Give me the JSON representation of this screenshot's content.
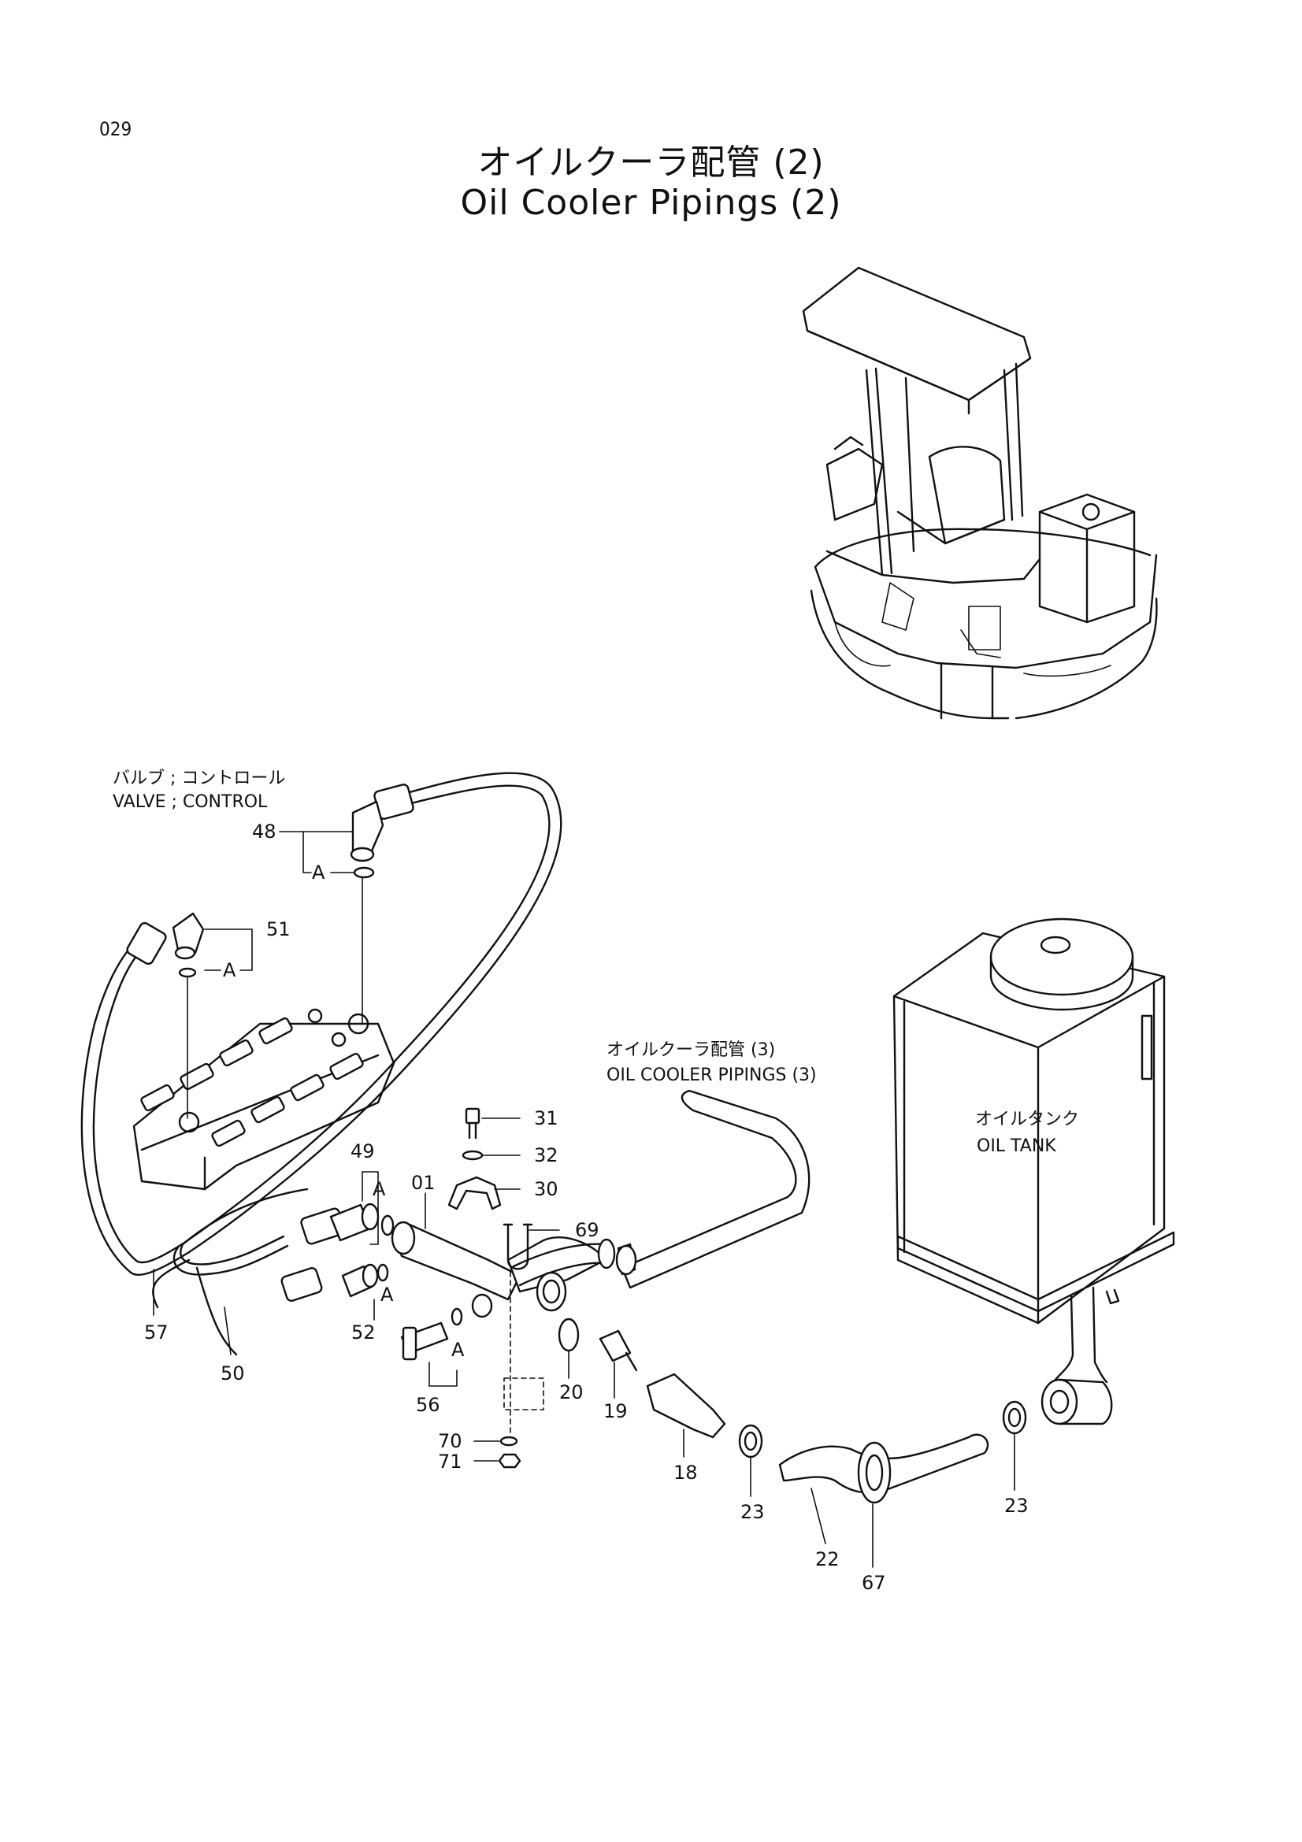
{
  "page_number": "029",
  "title_jp": "オイルクーラ配管 (2)",
  "title_en": "Oil Cooler Pipings (2)",
  "callouts": {
    "valve_control_jp": "バルブ ; コントロール",
    "valve_control_en": "VALVE ; CONTROL",
    "oil_cooler_3_jp": "オイルクーラ配管 (3)",
    "oil_cooler_3_en": "OIL COOLER PIPINGS (3)",
    "oil_tank_jp": "オイルタンク",
    "oil_tank_en": "OIL TANK"
  },
  "group_label": "A",
  "part_numbers": {
    "p48": "48",
    "p51": "51",
    "p49": "49",
    "p01": "01",
    "p31": "31",
    "p32": "32",
    "p30": "30",
    "p69": "69",
    "p57": "57",
    "p50": "50",
    "p52": "52",
    "p56": "56",
    "p70": "70",
    "p71": "71",
    "p20": "20",
    "p19": "19",
    "p18": "18",
    "p23a": "23",
    "p23b": "23",
    "p22": "22",
    "p67": "67"
  }
}
